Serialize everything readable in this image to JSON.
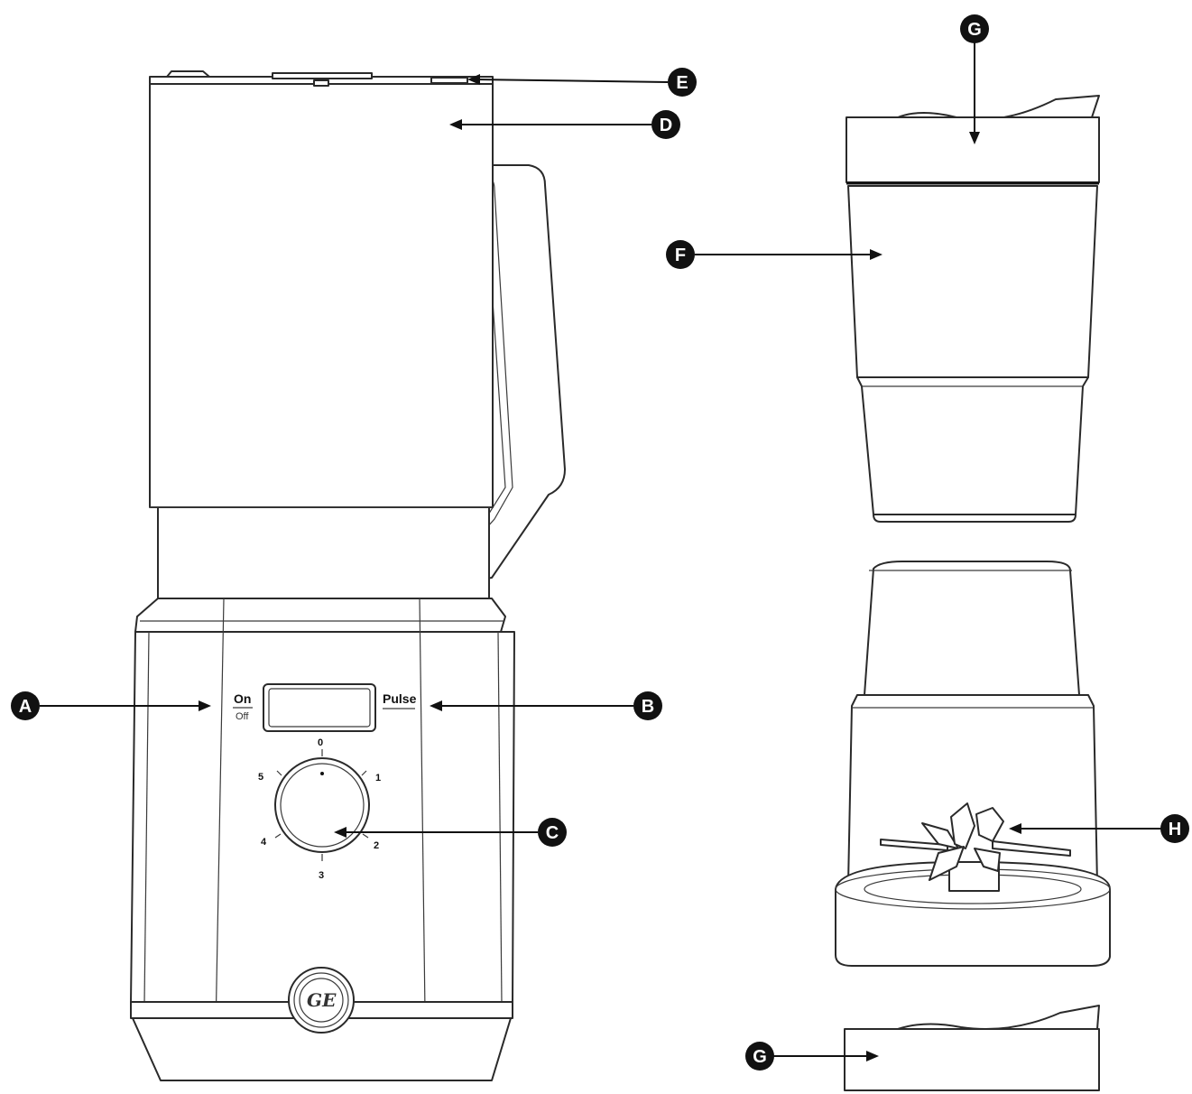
{
  "callouts": {
    "A": "A",
    "B": "B",
    "C": "C",
    "D": "D",
    "E": "E",
    "F": "F",
    "G_top": "G",
    "G_bottom": "G",
    "H": "H"
  },
  "panel": {
    "on_label": "On",
    "off_label": "Off",
    "pulse_label": "Pulse"
  },
  "dial": {
    "numbers": [
      "0",
      "1",
      "2",
      "3",
      "4",
      "5"
    ]
  },
  "logo": {
    "text": "GE"
  }
}
